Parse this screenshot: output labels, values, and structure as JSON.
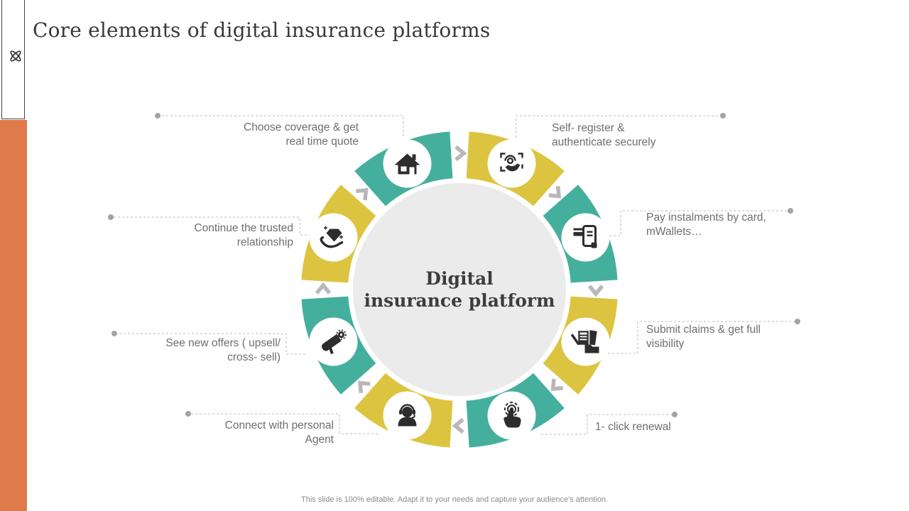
{
  "slide": {
    "title": "Core elements of digital insurance platforms",
    "footer": "This slide is 100% editable. Adapt it to your needs and capture your audience's attention.",
    "center": {
      "line1": "Digital",
      "line2": "insurance platform"
    },
    "colors": {
      "teal": "#45af9e",
      "yellow": "#dcc441",
      "orange": "#df7a4b",
      "center-gray": "#ebebeb",
      "icon-ink": "#2d2d2d",
      "connector-gray": "#c6c6c6",
      "arrow-gray": "#b8b8b8"
    },
    "elements": [
      {
        "label": "Choose coverage & get real time quote",
        "icon": "house-icon",
        "color": "teal"
      },
      {
        "label": "Self- register & authenticate securely",
        "icon": "biometric-authentication-icon",
        "color": "yellow"
      },
      {
        "label": "Pay instalments by card, mWallets…",
        "icon": "mobile-payment-icon",
        "color": "teal"
      },
      {
        "label": "Submit claims & get full visibility",
        "icon": "claims-documents-icon",
        "color": "yellow"
      },
      {
        "label": "1- click renewal",
        "icon": "tap-click-icon",
        "color": "teal"
      },
      {
        "label": "Connect with personal Agent",
        "icon": "support-agent-icon",
        "color": "yellow"
      },
      {
        "label": "See new offers ( upsell/ cross- sell)",
        "icon": "megaphone-icon",
        "color": "teal"
      },
      {
        "label": "Continue the trusted relationship",
        "icon": "hand-diamond-icon",
        "color": "yellow"
      }
    ]
  }
}
